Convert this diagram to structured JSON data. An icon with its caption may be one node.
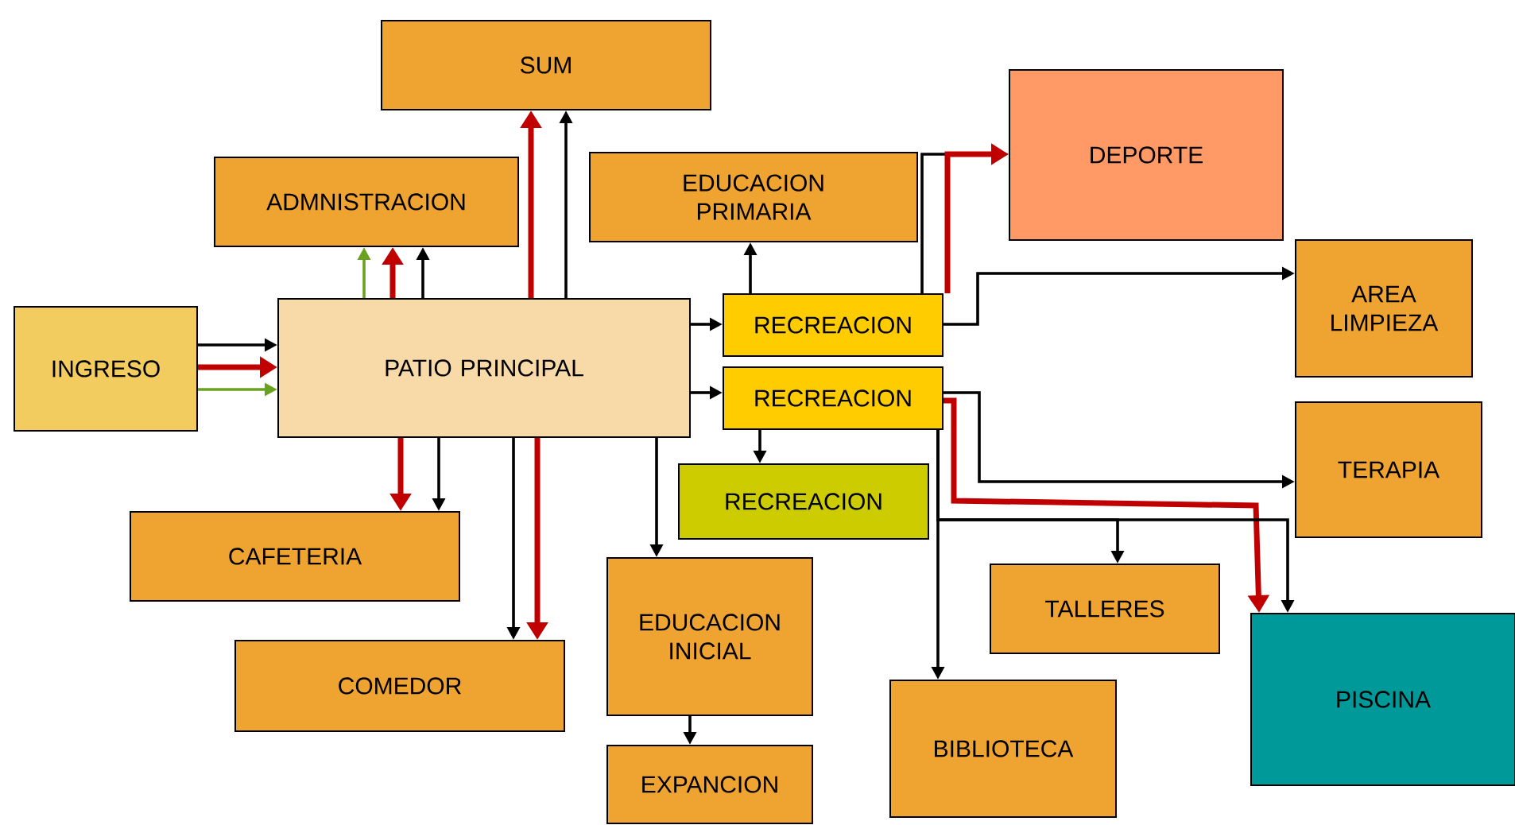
{
  "diagram": {
    "nodes": [
      {
        "text": [
          "SUM"
        ]
      },
      {
        "text": [
          "DEPORTE"
        ]
      },
      {
        "text": [
          "ADMNISTRACION"
        ]
      },
      {
        "text": [
          "EDUCACION PRIMARIA"
        ]
      },
      {
        "text": [
          "INGRESO"
        ]
      },
      {
        "text": [
          "PATIO PRINCIPAL"
        ]
      },
      {
        "text": [
          "RECREACION"
        ]
      },
      {
        "text": [
          "AREA LIMPIEZA"
        ]
      },
      {
        "text": [
          "RECREACION"
        ]
      },
      {
        "text": [
          "TERAPIA"
        ]
      },
      {
        "text": [
          "RECREACION"
        ]
      },
      {
        "text": [
          "CAFETERIA"
        ]
      },
      {
        "text": [
          "TALLERES"
        ]
      },
      {
        "text": [
          "EDUCACION INICIAL"
        ]
      },
      {
        "text": [
          "COMEDOR"
        ]
      },
      {
        "text": [
          "BIBLIOTECA"
        ]
      },
      {
        "text": [
          "PISCINA"
        ]
      },
      {
        "text": [
          "EXPANCION"
        ]
      }
    ],
    "edges": [
      {
        "from": 4,
        "to": 5,
        "arrow": "to"
      },
      {
        "from": 4,
        "to": 5,
        "arrow": "to",
        "style": "thick",
        "color": "#c00000"
      },
      {
        "from": 4,
        "to": 5,
        "arrow": "to",
        "color": "#6aa121"
      },
      {
        "from": 5,
        "to": 2,
        "arrow": "to",
        "color": "#6aa121"
      },
      {
        "from": 5,
        "to": 2,
        "arrow": "to",
        "style": "thick",
        "color": "#c00000"
      },
      {
        "from": 5,
        "to": 2,
        "arrow": "to"
      },
      {
        "from": 5,
        "to": 0,
        "arrow": "to",
        "style": "thick",
        "color": "#c00000"
      },
      {
        "from": 5,
        "to": 0,
        "arrow": "to"
      },
      {
        "from": 5,
        "to": 6,
        "arrow": "to"
      },
      {
        "from": 5,
        "to": 8,
        "arrow": "to"
      },
      {
        "from": 6,
        "to": 3,
        "arrow": "to"
      },
      {
        "from": 6,
        "to": 1,
        "arrow": "to"
      },
      {
        "from": 6,
        "to": 1,
        "arrow": "to",
        "style": "thick",
        "color": "#c00000"
      },
      {
        "from": 6,
        "to": 7,
        "arrow": "to"
      },
      {
        "from": 8,
        "to": 10,
        "arrow": "to"
      },
      {
        "from": 8,
        "to": 9,
        "arrow": "to"
      },
      {
        "from": 8,
        "to": 16,
        "arrow": "to",
        "style": "thick",
        "color": "#c00000"
      },
      {
        "from": 8,
        "to": 15,
        "arrow": "to"
      },
      {
        "from": 8,
        "to": 12,
        "arrow": "to"
      },
      {
        "from": 8,
        "to": 16,
        "arrow": "to"
      },
      {
        "from": 5,
        "to": 11,
        "arrow": "to",
        "style": "thick",
        "color": "#c00000"
      },
      {
        "from": 5,
        "to": 11,
        "arrow": "to"
      },
      {
        "from": 5,
        "to": 14,
        "arrow": "to"
      },
      {
        "from": 5,
        "to": 14,
        "arrow": "to",
        "style": "thick",
        "color": "#c00000"
      },
      {
        "from": 5,
        "to": 13,
        "arrow": "to"
      },
      {
        "from": 13,
        "to": 17,
        "arrow": "to"
      }
    ]
  }
}
